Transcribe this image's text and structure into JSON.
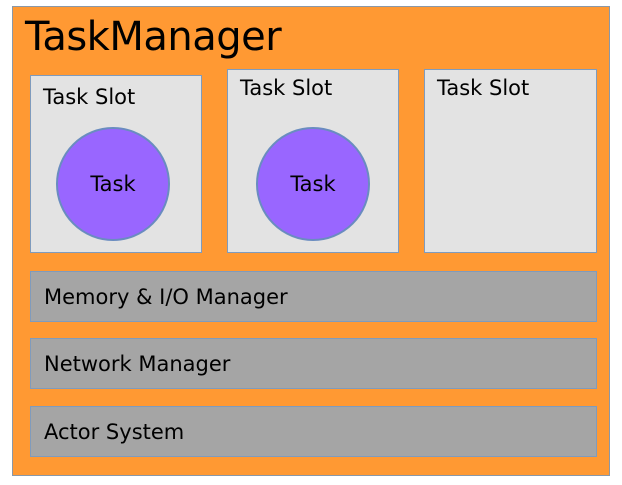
{
  "task_manager": {
    "title": "TaskManager"
  },
  "task_slots": [
    {
      "label": "Task Slot",
      "task": "Task"
    },
    {
      "label": "Task Slot",
      "task": "Task"
    },
    {
      "label": "Task Slot"
    }
  ],
  "layers": [
    {
      "label": "Memory & I/O Manager"
    },
    {
      "label": "Network Manager"
    },
    {
      "label": "Actor System"
    }
  ],
  "colors": {
    "task_manager_fill": "#FF9933",
    "slot_fill": "#E3E3E3",
    "task_fill": "#9966FF",
    "layer_fill": "#A5A5A5",
    "outline": "#7F9BBD"
  }
}
